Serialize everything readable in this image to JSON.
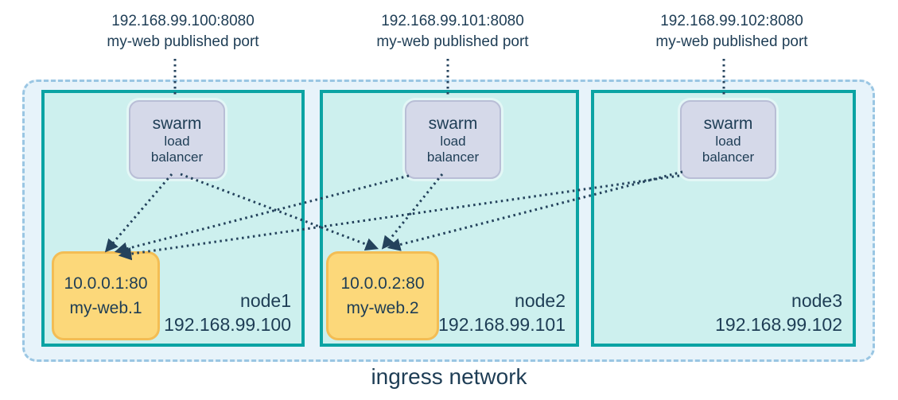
{
  "published_ports": [
    {
      "address": "192.168.99.100:8080",
      "caption": "my-web published port"
    },
    {
      "address": "192.168.99.101:8080",
      "caption": "my-web published port"
    },
    {
      "address": "192.168.99.102:8080",
      "caption": "my-web published port"
    }
  ],
  "nodes": [
    {
      "name": "node1",
      "ip": "192.168.99.100",
      "lb": [
        "swarm",
        "load",
        "balancer"
      ],
      "task": {
        "address": "10.0.0.1:80",
        "name": "my-web.1"
      }
    },
    {
      "name": "node2",
      "ip": "192.168.99.101",
      "lb": [
        "swarm",
        "load",
        "balancer"
      ],
      "task": {
        "address": "10.0.0.2:80",
        "name": "my-web.2"
      }
    },
    {
      "name": "node3",
      "ip": "192.168.99.102",
      "lb": [
        "swarm",
        "load",
        "balancer"
      ],
      "task": null
    }
  ],
  "network_label": "ingress network",
  "colors": {
    "ingress_fill": "#e7f3fa",
    "ingress_border": "#9ac6e3",
    "node_fill": "#cdf0ee",
    "node_border": "#0ba3a3",
    "lb_fill": "#d5d9e9",
    "lb_border": "#b9bed6",
    "task_fill": "#fcd87a",
    "task_border": "#f3bd54",
    "line_color": "#24425c",
    "text_color": "#1e3d55"
  }
}
